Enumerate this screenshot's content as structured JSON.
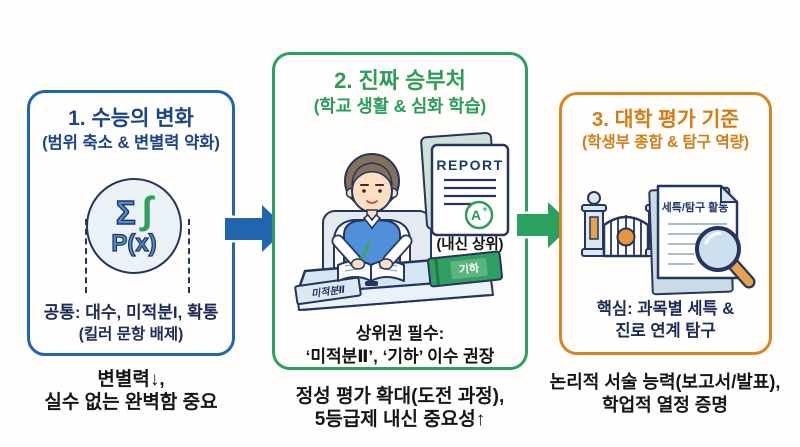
{
  "colors": {
    "panel1_blue": "#2065ae",
    "panel2_green": "#2aa15e",
    "panel3_orange": "#d9851f",
    "inner_text_navy": "#1d2c55",
    "caption_black": "#151515",
    "arrow1_blue": "#2065ae",
    "arrow2_green": "#2aa15e"
  },
  "panel1": {
    "title": "1. 수능의 변화",
    "subtitle": "(범위 축소 & 변별력 약화)",
    "icon": {
      "sigma": "Σ",
      "integral": "∫",
      "px": "P(x)"
    },
    "body_line1": "공통: 대수, 미적분I, 확통",
    "body_line2": "(킬러 문항 배제)",
    "caption_line1": "변별력↓,",
    "caption_line2": "실수 없는 완벽함 중요"
  },
  "panel2": {
    "title": "2. 진짜 승부처",
    "subtitle": "(학교 생활 & 심화 학습)",
    "report_label": "REPORT",
    "grade_letter": "A",
    "grade_plus": "+",
    "report_caption": "(내신 상위)",
    "book_left_label": "미적분Ⅱ",
    "book_right_label": "기하",
    "body_line1": "상위권 필수:",
    "body_line2": "‘미적분Ⅱ’, ‘기하’ 이수 권장",
    "caption_line1": "정성 평가 확대(도전 과정),",
    "caption_line2": "5등급제 내신 중요성↑"
  },
  "panel3": {
    "title": "3. 대학 평가 기준",
    "subtitle": "(학생부 종합 & 탐구 역량)",
    "doc_label": "세특/탐구 활동",
    "body_line1": "핵심: 과목별 세특 &",
    "body_line2": "진로 연계 탐구",
    "caption_line1": "논리적 서술 능력(보고서/발표),",
    "caption_line2": "학업적 열정 증명"
  }
}
